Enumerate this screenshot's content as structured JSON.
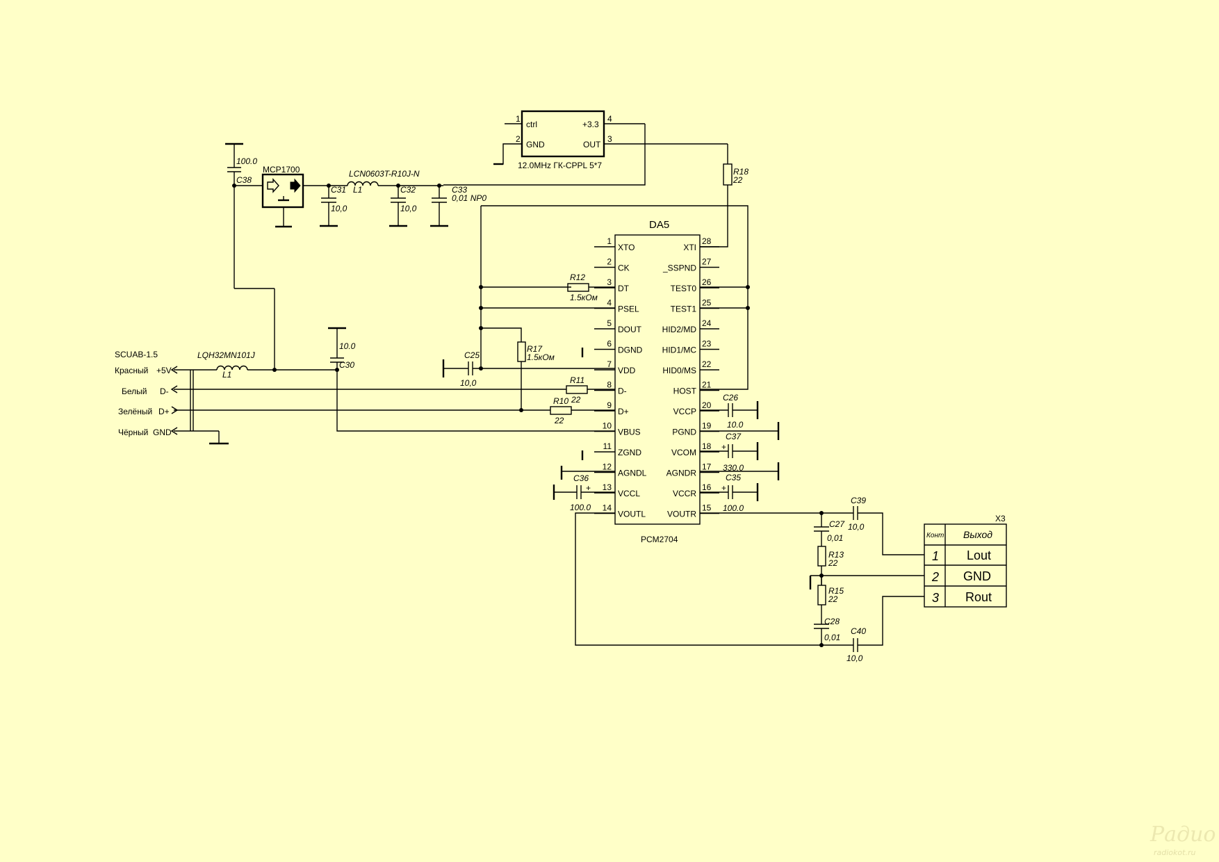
{
  "chip": {
    "ref": "DA5",
    "name": "PCM2704",
    "left_pins": [
      [
        "1",
        "XTO"
      ],
      [
        "2",
        "CK"
      ],
      [
        "3",
        "DT"
      ],
      [
        "4",
        "PSEL"
      ],
      [
        "5",
        "DOUT"
      ],
      [
        "6",
        "DGND"
      ],
      [
        "7",
        "VDD"
      ],
      [
        "8",
        "D-"
      ],
      [
        "9",
        "D+"
      ],
      [
        "10",
        "VBUS"
      ],
      [
        "11",
        "ZGND"
      ],
      [
        "12",
        "AGNDL"
      ],
      [
        "13",
        "VCCL"
      ],
      [
        "14",
        "VOUTL"
      ]
    ],
    "right_pins": [
      [
        "28",
        "XTI"
      ],
      [
        "27",
        "_SSPND"
      ],
      [
        "26",
        "TEST0"
      ],
      [
        "25",
        "TEST1"
      ],
      [
        "24",
        "HID2/MD"
      ],
      [
        "23",
        "HID1/MC"
      ],
      [
        "22",
        "HID0/MS"
      ],
      [
        "21",
        "HOST"
      ],
      [
        "20",
        "VCCP"
      ],
      [
        "19",
        "PGND"
      ],
      [
        "18",
        "VCOM"
      ],
      [
        "17",
        "AGNDR"
      ],
      [
        "16",
        "VCCR"
      ],
      [
        "15",
        "VOUTR"
      ]
    ]
  },
  "oscillator": {
    "ctrl": "ctrl",
    "gnd": "GND",
    "v33": "+3.3",
    "out": "OUT",
    "p1": "1",
    "p2": "2",
    "p3": "3",
    "p4": "4",
    "desc": "12.0MHz ГК-CPPL 5*7"
  },
  "regulator": {
    "name": "MCP1700"
  },
  "labels": {
    "c38_val": "100.0",
    "c38": "C38",
    "l1_top_part": "LCN0603T-R10J-N",
    "l1_top": "L1",
    "c31": "C31",
    "c31_val": "10,0",
    "c32": "C32",
    "c32_val": "10,0",
    "c33": "C33",
    "c33_val": "0,01 NP0",
    "r18": "R18",
    "r18_val": "22",
    "r12": "R12",
    "r12_val": "1.5кОм",
    "r17": "R17",
    "r17_val": "1.5кОм",
    "c25": "C25",
    "c25_val": "10,0",
    "r11": "R11",
    "r11_val": "22",
    "r10": "R10",
    "r10_val": "22",
    "c30": "C30",
    "c30_val": "10.0",
    "l1_in_part": "LQH32MN101J",
    "l1_in": "L1",
    "c26": "C26",
    "c26_val": "10.0",
    "c37": "C37",
    "c37_val": "330.0",
    "c35": "C35",
    "c35_val": "100.0",
    "c36": "C36",
    "c36_val": "100.0",
    "c39": "C39",
    "c39_val": "10,0",
    "c27": "C27",
    "c27_val": "0,01",
    "r13": "R13",
    "r13_val": "22",
    "r15": "R15",
    "r15_val": "22",
    "c28": "C28",
    "c28_val": "0,01",
    "c40": "C40",
    "c40_val": "10,0",
    "plus": "+"
  },
  "usb": {
    "title": "SCUAB-1.5",
    "wires": [
      [
        "Красный",
        "+5V"
      ],
      [
        "Белый",
        "D-"
      ],
      [
        "Зелёный",
        "D+"
      ],
      [
        "Чёрный",
        "GND"
      ]
    ]
  },
  "connector": {
    "ref": "X3",
    "col1": "Конт",
    "col2": "Выход",
    "rows": [
      [
        "1",
        "Lout"
      ],
      [
        "2",
        "GND"
      ],
      [
        "3",
        "Rout"
      ]
    ]
  },
  "watermark": {
    "logo": "Радио КОТ",
    "site": "radiokot.ru"
  }
}
